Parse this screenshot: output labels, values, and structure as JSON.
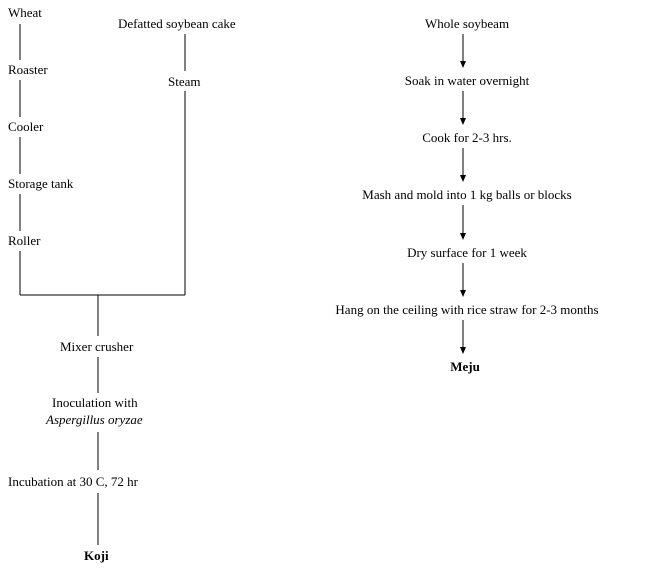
{
  "koji_flow": {
    "wheat": "Wheat",
    "defatted_soybean_cake": "Defatted soybean cake",
    "roaster": "Roaster",
    "steam": "Steam",
    "cooler": "Cooler",
    "storage_tank": "Storage tank",
    "roller": "Roller",
    "mixer_crusher": "Mixer crusher",
    "inoculation_line1": "Inoculation with",
    "inoculation_line2": "Aspergillus oryzae",
    "incubation": "Incubation at 30 C, 72 hr",
    "product": "Koji"
  },
  "meju_flow": {
    "whole_soybean": "Whole soybeam",
    "soak": "Soak in water overnight",
    "cook": "Cook for 2-3 hrs.",
    "mash": "Mash and mold into 1 kg balls or blocks",
    "dry": "Dry surface for 1 week",
    "hang": "Hang on the ceiling with rice straw for 2-3 months",
    "product": "Meju"
  },
  "colors": {
    "line": "#000000",
    "text": "#000000",
    "background": "#ffffff"
  }
}
